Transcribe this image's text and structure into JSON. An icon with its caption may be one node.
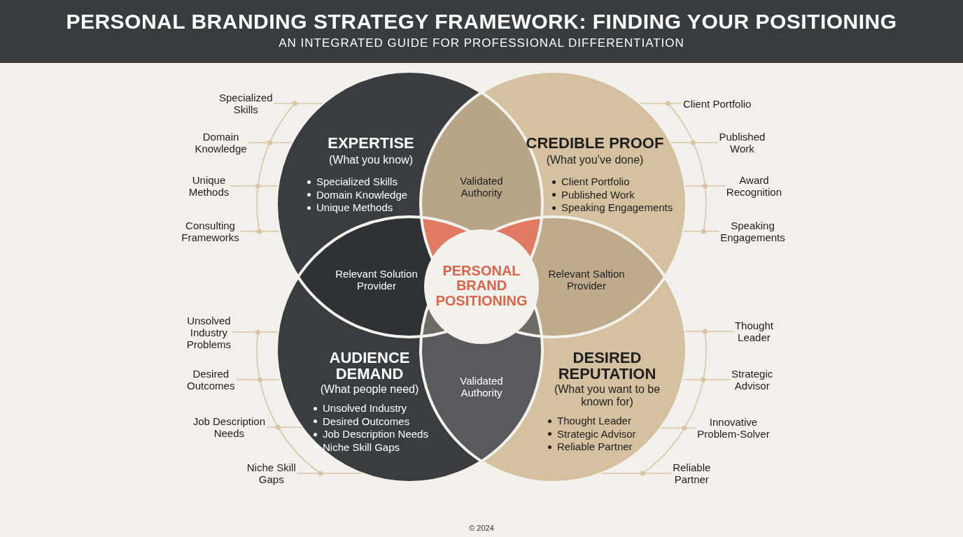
{
  "diagram": {
    "title": "PERSONAL BRANDING STRATEGY FRAMEWORK: FINDING YOUR POSITIONING",
    "nodes": [
      {
        "text": [
          "EXPERTISE",
          "(What you know)",
          "Specialized Skills",
          "Domain Knowledge",
          "Unique Methods"
        ]
      },
      {
        "text": [
          "CREDIBLE PROOF",
          "(What you’ve done)",
          "Client Portfolio",
          "Published Work",
          "Speaking Engagements"
        ]
      },
      {
        "text": [
          "AUDIENCE DEMAND",
          "(What people need)",
          "Unsolved Industry",
          "Desired Outcomes",
          "Job Description Needs",
          "Niche Skill Gaps"
        ]
      },
      {
        "text": [
          "DESIRED REPUTATION",
          "(What you want to be known for)",
          "Thought Leader",
          "Strategic Advisor",
          "Reliable Partner"
        ]
      },
      {
        "text": [
          "Validated Authority"
        ]
      },
      {
        "text": [
          "Relevant Solution Provider"
        ]
      },
      {
        "text": [
          "Relevant Saltion Provider"
        ]
      },
      {
        "text": [
          "Validated Authority"
        ]
      },
      {
        "text": [
          "PERSONAL BRAND POSITIONING"
        ]
      },
      {
        "text": [
          "Specialized Skills"
        ]
      },
      {
        "text": [
          "Domain Knowledge"
        ]
      },
      {
        "text": [
          "Unique Methods"
        ]
      },
      {
        "text": [
          "Consulting Frameworks"
        ]
      },
      {
        "text": [
          "Client Portfolio"
        ]
      },
      {
        "text": [
          "Published Work"
        ]
      },
      {
        "text": [
          "Award Recognition"
        ]
      },
      {
        "text": [
          "Speaking Engagements"
        ]
      },
      {
        "text": [
          "Unsolved Industry Problems"
        ]
      },
      {
        "text": [
          "Desired Outcomes"
        ]
      },
      {
        "text": [
          "Job Description Needs"
        ]
      },
      {
        "text": [
          "Niche Skill Gaps"
        ]
      },
      {
        "text": [
          "Thought Leader"
        ]
      },
      {
        "text": [
          "Strategic Advisor"
        ]
      },
      {
        "text": [
          "Innovative Problem-Solver"
        ]
      },
      {
        "text": [
          "Reliable Partner"
        ]
      }
    ],
    "edges": [
      {
        "from": 9,
        "to": 0,
        "arrow": "none"
      },
      {
        "from": 10,
        "to": 0,
        "arrow": "none"
      },
      {
        "from": 11,
        "to": 0,
        "arrow": "none"
      },
      {
        "from": 12,
        "to": 0,
        "arrow": "none"
      },
      {
        "from": 13,
        "to": 1,
        "arrow": "none"
      },
      {
        "from": 14,
        "to": 1,
        "arrow": "none"
      },
      {
        "from": 15,
        "to": 1,
        "arrow": "none"
      },
      {
        "from": 16,
        "to": 1,
        "arrow": "none"
      },
      {
        "from": 17,
        "to": 2,
        "arrow": "none"
      },
      {
        "from": 18,
        "to": 2,
        "arrow": "none"
      },
      {
        "from": 19,
        "to": 2,
        "arrow": "none"
      },
      {
        "from": 20,
        "to": 2,
        "arrow": "none"
      },
      {
        "from": 21,
        "to": 3,
        "arrow": "none"
      },
      {
        "from": 22,
        "to": 3,
        "arrow": "none"
      },
      {
        "from": 23,
        "to": 3,
        "arrow": "none"
      },
      {
        "from": 24,
        "to": 3,
        "arrow": "none"
      }
    ],
    "labels": [
      "AN INTEGRATED GUIDE FOR PROFESSIONAL DIFFERENTIATION",
      "© 2024"
    ]
  }
}
